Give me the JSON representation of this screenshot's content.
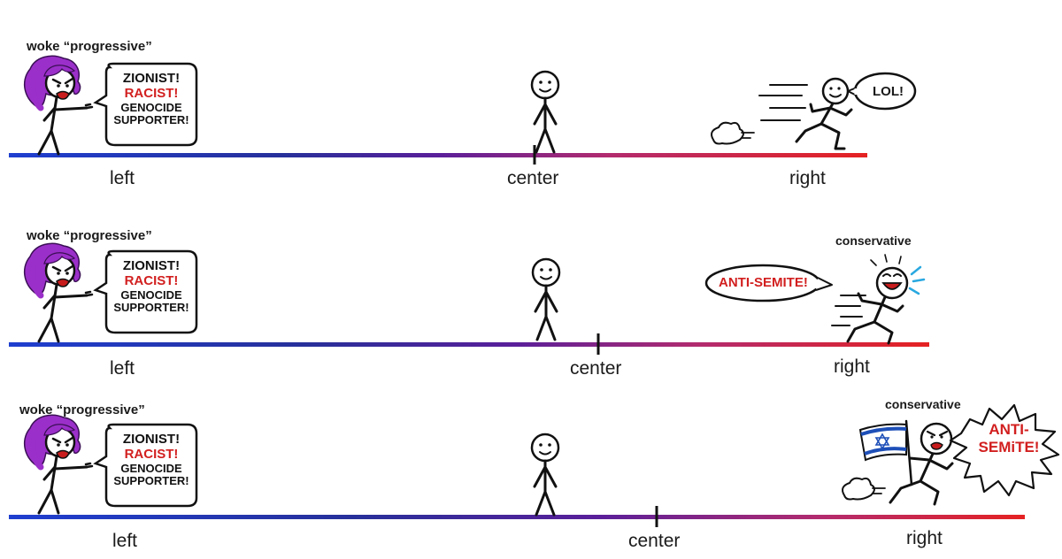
{
  "panels": [
    {
      "caption": "woke “progressive”",
      "accusations": [
        "ZIONIST!",
        "RACIST!",
        "GENOCIDE",
        "SUPPORTER!"
      ],
      "axis": {
        "left": "left",
        "center": "center",
        "right": "right"
      },
      "right_figure": {
        "speech": "LOL!"
      }
    },
    {
      "caption": "woke “progressive”",
      "accusations": [
        "ZIONIST!",
        "RACIST!",
        "GENOCIDE",
        "SUPPORTER!"
      ],
      "axis": {
        "left": "left",
        "center": "center",
        "right": "right"
      },
      "right_figure": {
        "label": "conservative",
        "speech": "ANTI-SEMITE!"
      }
    },
    {
      "caption": "woke “progressive”",
      "accusations": [
        "ZIONIST!",
        "RACIST!",
        "GENOCIDE",
        "SUPPORTER!"
      ],
      "axis": {
        "left": "left",
        "center": "center",
        "right": "right"
      },
      "right_figure": {
        "label": "conservative",
        "speech_line1": "ANTI-",
        "speech_line2": "SEMiTE!"
      }
    }
  ],
  "colors": {
    "left_blue": "#1f3fd0",
    "middle_purple": "#5a1f9a",
    "right_red": "#e52222",
    "hair_purple": "#9b2fc9",
    "accent_red": "#d21f1f",
    "sweat_blue": "#29a8e0",
    "flag_blue": "#1e4fb8"
  }
}
